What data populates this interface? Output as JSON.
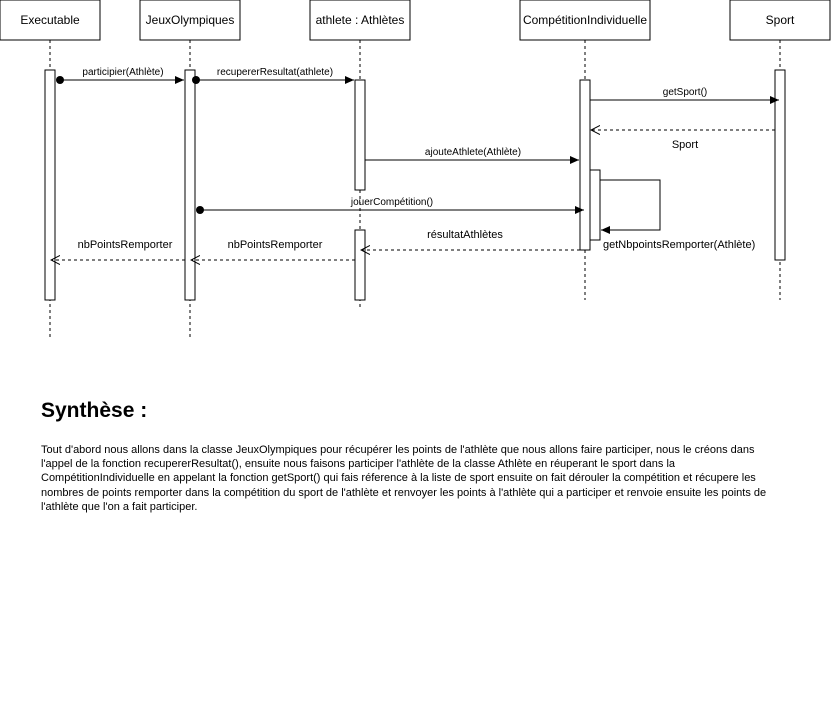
{
  "diagram": {
    "participants": {
      "executable": "Executable",
      "jeux": "JeuxOlympiques",
      "athlete": "athlete : Athlètes",
      "competition": "CompétitionIndividuelle",
      "sport": "Sport"
    },
    "messages": {
      "participer": "participier(Athlète)",
      "recuperer": "recupererResultat(athlete)",
      "getSport": "getSport()",
      "sportReturn": "Sport",
      "ajouteAthlete": "ajouteAthlete(Athlète)",
      "jouerCompetition": "jouerCompétition()",
      "resultatAthletes": "résultatAthlètes",
      "getNbPoints": "getNbpointsRemporter(Athlète)",
      "nbPointsJeux": "nbPointsRemporter",
      "nbPointsExec": "nbPointsRemporter"
    }
  },
  "summary": {
    "title": "Synthèse :",
    "body": "Tout d'abord nous allons dans la classe JeuxOlympiques pour récupérer les points de l'athlète que nous allons faire participer, nous le créons dans l'appel de la fonction recupererResultat(), ensuite nous faisons participer l'athlète de la classe Athlète en réuperant le sport dans la CompétitionIndividuelle en appelant la fonction getSport() qui fais réference à la liste de sport ensuite on fait dérouler la compétition et récupere les nombres de points remporter dans la compétition du sport de l'athlète et renvoyer les points à l'athlète qui a participer et renvoie ensuite les points de l'athlète que l'on a fait participer."
  }
}
